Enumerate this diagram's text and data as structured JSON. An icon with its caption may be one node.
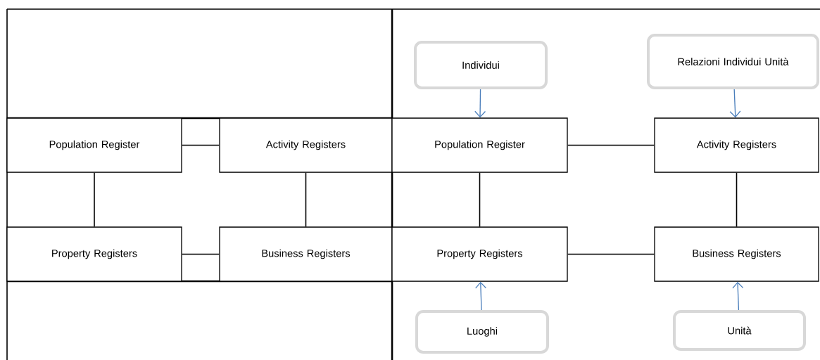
{
  "diagram": {
    "nodes": [
      {
        "text": [
          "Population Register"
        ]
      },
      {
        "text": [
          "Activity Registers"
        ]
      },
      {
        "text": [
          "Property Registers"
        ]
      },
      {
        "text": [
          "Business Registers"
        ]
      },
      {
        "text": [
          "Individui"
        ]
      },
      {
        "text": [
          "Relazioni Individui Unità"
        ]
      },
      {
        "text": [
          "Population Register"
        ]
      },
      {
        "text": [
          "Activity Registers"
        ]
      },
      {
        "text": [
          "Property Registers"
        ]
      },
      {
        "text": [
          "Business Registers"
        ]
      },
      {
        "text": [
          "Luoghi"
        ]
      },
      {
        "text": [
          "Unità"
        ]
      }
    ],
    "edges": [
      {
        "from": 0,
        "to": 1,
        "arrow": "none"
      },
      {
        "from": 0,
        "to": 2,
        "arrow": "none"
      },
      {
        "from": 1,
        "to": 3,
        "arrow": "none"
      },
      {
        "from": 2,
        "to": 3,
        "arrow": "none"
      },
      {
        "from": 4,
        "to": 6,
        "arrow": "to",
        "color": "#4a7ebb"
      },
      {
        "from": 5,
        "to": 7,
        "arrow": "to",
        "color": "#4a7ebb"
      },
      {
        "from": 6,
        "to": 7,
        "arrow": "none"
      },
      {
        "from": 6,
        "to": 8,
        "arrow": "none"
      },
      {
        "from": 7,
        "to": 9,
        "arrow": "none"
      },
      {
        "from": 8,
        "to": 9,
        "arrow": "none"
      },
      {
        "from": 10,
        "to": 8,
        "arrow": "to",
        "color": "#4a7ebb"
      },
      {
        "from": 11,
        "to": 9,
        "arrow": "to",
        "color": "#4a7ebb"
      }
    ]
  }
}
